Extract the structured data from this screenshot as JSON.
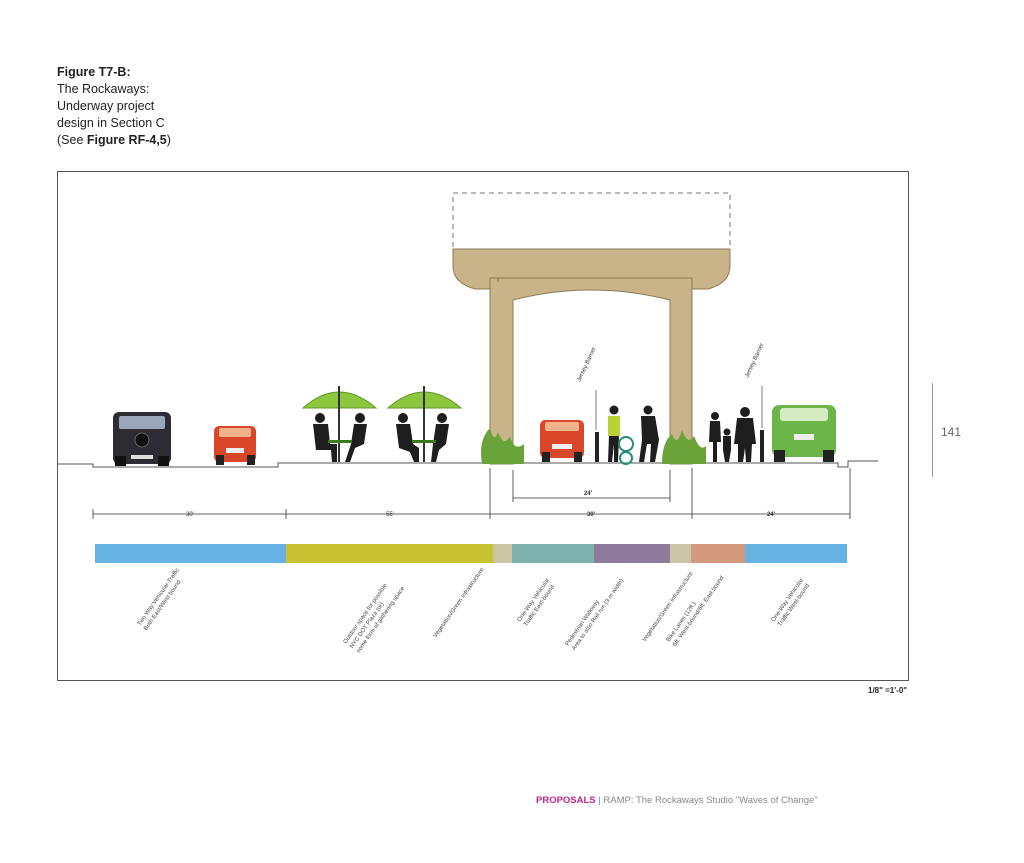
{
  "caption": {
    "figure_label": "Figure T7-B:",
    "line1": "The Rockaways:",
    "line2": "Underway project",
    "line3": "design in Section C",
    "see_prefix": "(See ",
    "see_ref": "Figure RF-4,5",
    "see_suffix": ")"
  },
  "diagram": {
    "callouts": [
      "Jersey Barrier",
      "Jersey Barrier"
    ],
    "inner_dimension": "24'",
    "dimensions": [
      "30'",
      "55'",
      "30'",
      "24'"
    ],
    "colors": {
      "traffic_blue": "#66b2e3",
      "outdoor_yellow": "#c8c233",
      "vegetation_beige": "#c9c6a6",
      "teal": "#7fb2ae",
      "purple": "#8e7a9a",
      "bike_salmon": "#d39a7d",
      "structure_tan": "#c9b48a",
      "umbrella_green": "#8cc63f"
    },
    "segments": [
      {
        "label": [
          "Two Way Vehicular Traffic",
          "Both East/West bound"
        ]
      },
      {
        "label": [
          "Outdoor space for possible",
          "NYC DOT Plaza (or)",
          "some form of gathering space"
        ]
      },
      {
        "label": [
          "Vegetation/Green Infrastructure"
        ]
      },
      {
        "label": [
          "One-Way Vehicular",
          "Traffic East-bound"
        ]
      },
      {
        "label": [
          "Pedestrian Walkway",
          "Area to also Rail run (3 m width)"
        ]
      },
      {
        "label": [
          "Vegetation/Green Infrastructure"
        ]
      },
      {
        "label": [
          "Bike Lanes (12ft.)",
          "6ft. West-bound/6ft. East bound"
        ]
      },
      {
        "label": [
          "One-Way Vehicular",
          "Traffic West-bound"
        ]
      }
    ]
  },
  "scale": "1/8\" =1'-0\"",
  "page_number": "141",
  "footer": {
    "section": "PROPOSALS",
    "separator": " | ",
    "text": "RAMP: The Rockaways Studio \"Waves of Change\""
  }
}
